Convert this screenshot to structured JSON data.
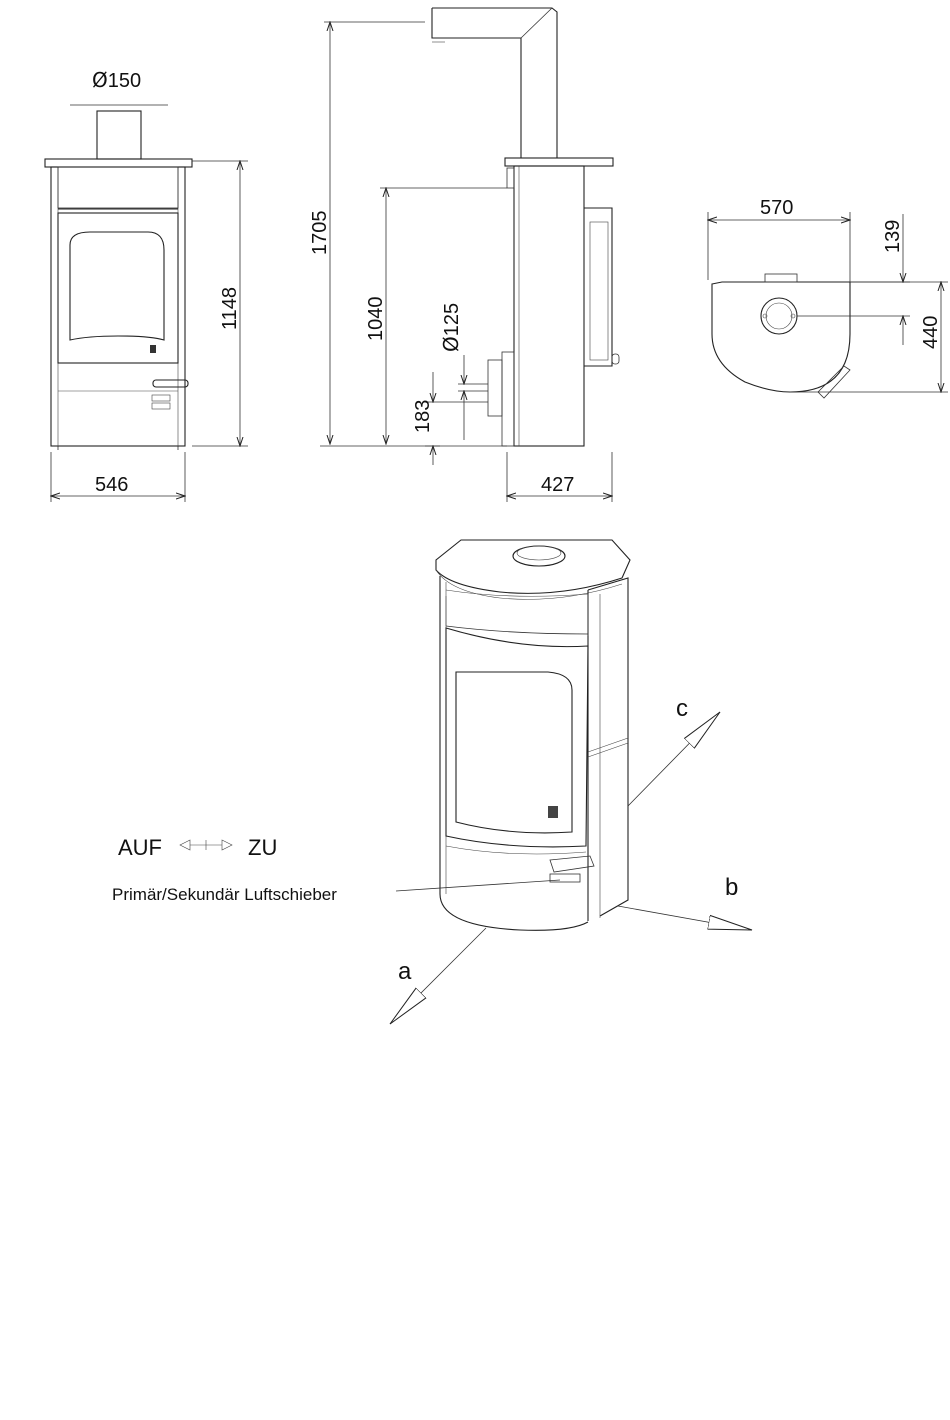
{
  "front_view": {
    "flue_diameter": "150",
    "width": "546",
    "height": "1148"
  },
  "side_view": {
    "total_height": "1705",
    "flue_center_height": "1040",
    "air_inlet_diameter": "125",
    "air_inlet_height": "183",
    "depth": "427"
  },
  "top_view": {
    "width": "570",
    "flue_offset": "139",
    "depth": "440"
  },
  "perspective_view": {
    "air_slider": {
      "open_label": "AUF",
      "close_label": "ZU",
      "caption": "Primär/Sekundär Luftschieber"
    },
    "clearances": {
      "a": "a",
      "b": "b",
      "c": "c"
    }
  }
}
